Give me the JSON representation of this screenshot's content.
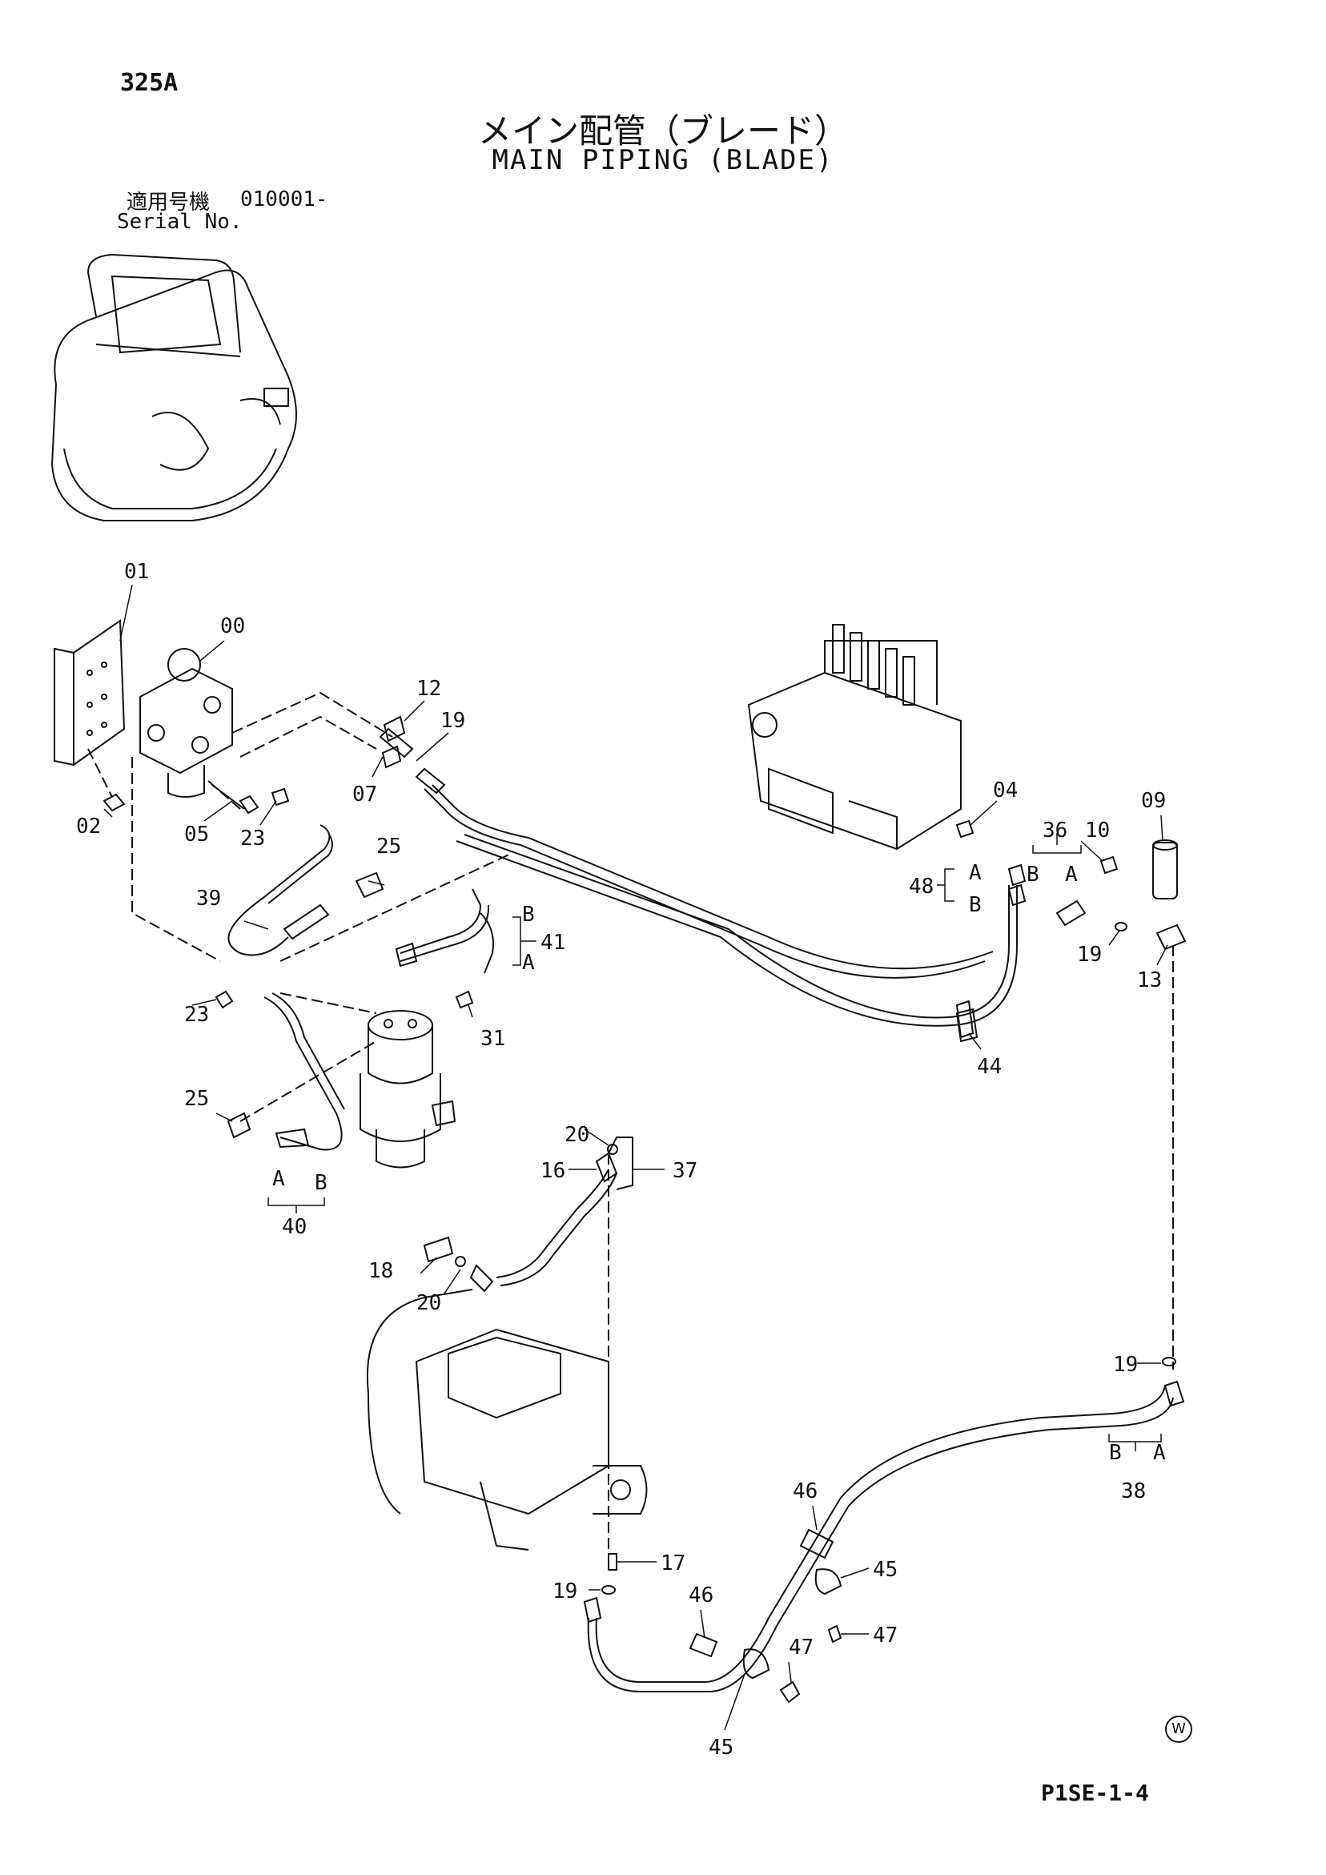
{
  "header": {
    "page_code": "325A",
    "title_jp": "メイン配管（ブレード）",
    "title_en": "MAIN PIPING (BLADE)",
    "serial_label_jp": "適用号機",
    "serial_value": "010001-",
    "serial_label_en": "Serial No."
  },
  "footer": {
    "code": "P1SE-1-4",
    "w_mark": "W"
  },
  "part_labels": [
    {
      "id": "p01",
      "text": "01"
    },
    {
      "id": "p00",
      "text": "00"
    },
    {
      "id": "p02",
      "text": "02"
    },
    {
      "id": "p05",
      "text": "05"
    },
    {
      "id": "p23a",
      "text": "23"
    },
    {
      "id": "p12",
      "text": "12"
    },
    {
      "id": "p19a",
      "text": "19"
    },
    {
      "id": "p07",
      "text": "07"
    },
    {
      "id": "p25a",
      "text": "25"
    },
    {
      "id": "p39",
      "text": "39"
    },
    {
      "id": "p41",
      "text": "41"
    },
    {
      "id": "p41B",
      "text": "B"
    },
    {
      "id": "p41A",
      "text": "A"
    },
    {
      "id": "p23b",
      "text": "23"
    },
    {
      "id": "p31",
      "text": "31"
    },
    {
      "id": "p25b",
      "text": "25"
    },
    {
      "id": "p40A",
      "text": "A"
    },
    {
      "id": "p40B",
      "text": "B"
    },
    {
      "id": "p40",
      "text": "40"
    },
    {
      "id": "p04",
      "text": "04"
    },
    {
      "id": "p09",
      "text": "09"
    },
    {
      "id": "p36",
      "text": "36"
    },
    {
      "id": "p10",
      "text": "10"
    },
    {
      "id": "p36B",
      "text": "B"
    },
    {
      "id": "p36A",
      "text": "A"
    },
    {
      "id": "p48",
      "text": "48"
    },
    {
      "id": "p48A",
      "text": "A"
    },
    {
      "id": "p48B",
      "text": "B"
    },
    {
      "id": "p19b",
      "text": "19"
    },
    {
      "id": "p13",
      "text": "13"
    },
    {
      "id": "p44",
      "text": "44"
    },
    {
      "id": "p20a",
      "text": "20"
    },
    {
      "id": "p16",
      "text": "16"
    },
    {
      "id": "p37",
      "text": "37"
    },
    {
      "id": "p18",
      "text": "18"
    },
    {
      "id": "p20b",
      "text": "20"
    },
    {
      "id": "p19c",
      "text": "19"
    },
    {
      "id": "p38B",
      "text": "B"
    },
    {
      "id": "p38A",
      "text": "A"
    },
    {
      "id": "p38",
      "text": "38"
    },
    {
      "id": "p46a",
      "text": "46"
    },
    {
      "id": "p45a",
      "text": "45"
    },
    {
      "id": "p47a",
      "text": "47"
    },
    {
      "id": "p17",
      "text": "17"
    },
    {
      "id": "p19d",
      "text": "19"
    },
    {
      "id": "p46b",
      "text": "46"
    },
    {
      "id": "p47b",
      "text": "47"
    },
    {
      "id": "p45b",
      "text": "45"
    }
  ]
}
